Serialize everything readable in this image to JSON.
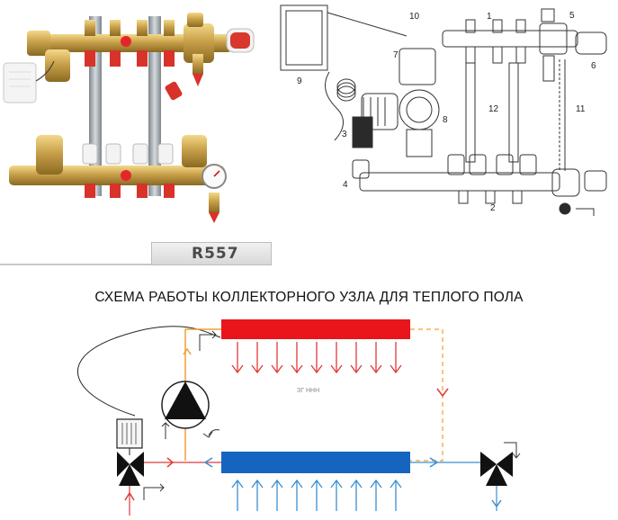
{
  "product": {
    "model": "R557"
  },
  "diagram_title": "СХЕМА РАБОТЫ КОЛЛЕКТОРНОГО УЗЛА ДЛЯ ТЕПЛОГО ПОЛА",
  "callouts": [
    "1",
    "2",
    "3",
    "4",
    "5",
    "6",
    "7",
    "8",
    "9",
    "10",
    "11",
    "12"
  ],
  "scheme_text_fragment": "ЗГ ННН",
  "colors": {
    "supply_red": "#e8161c",
    "return_blue": "#1565c0",
    "hot_arrow": "#e03a3a",
    "cold_arrow": "#3a8fd0",
    "pipe_orange": "#f0a030",
    "brass": "#c8a040",
    "steel": "#9aa3ab",
    "valve_red": "#d32a2a"
  }
}
